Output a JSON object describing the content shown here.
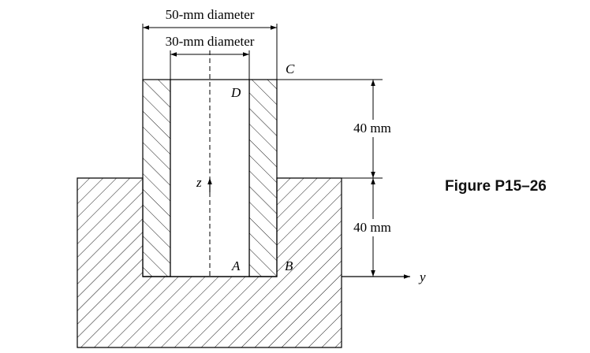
{
  "figure": {
    "caption": "Figure P15–26",
    "dim_outer_diameter": "50-mm diameter",
    "dim_inner_diameter": "30-mm diameter",
    "dim_upper_height": "40 mm",
    "dim_lower_height": "40 mm",
    "point_a": "A",
    "point_b": "B",
    "point_c": "C",
    "point_d": "D",
    "axis_y": "y",
    "axis_z": "z"
  }
}
